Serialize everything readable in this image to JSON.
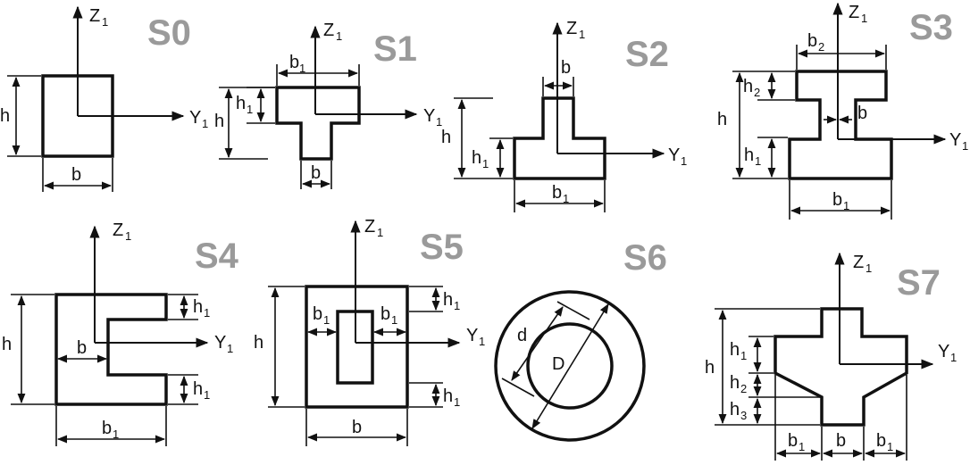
{
  "sections": {
    "s0": {
      "title": "S0"
    },
    "s1": {
      "title": "S1"
    },
    "s2": {
      "title": "S2"
    },
    "s3": {
      "title": "S3"
    },
    "s4": {
      "title": "S4"
    },
    "s5": {
      "title": "S5"
    },
    "s6": {
      "title": "S6"
    },
    "s7": {
      "title": "S7"
    }
  },
  "labels": {
    "z": "Z",
    "y": "Y",
    "one": "1",
    "two": "2",
    "three": "3",
    "h": "h",
    "b": "b",
    "d": "d",
    "D": "D"
  }
}
